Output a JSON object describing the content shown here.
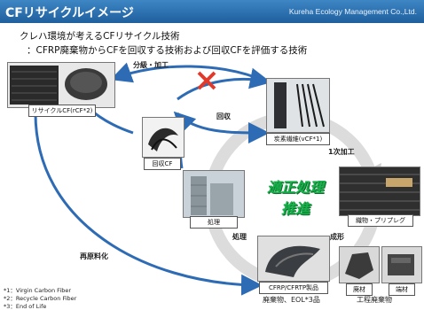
{
  "header": {
    "title": "CFリサイクルイメージ",
    "company": "Kureha Ecology Management Co.,Ltd."
  },
  "subtitle": {
    "line1": "クレハ環境が考えるCFリサイクル技術",
    "line2": "：CFRP廃棄物からCFを回収する技術および回収CFを評価する技術"
  },
  "nodes": {
    "recycled_cf": "リサイクルCF(rCF*2)",
    "recovered_cf": "回収CF",
    "processing": "処理",
    "carbon_fiber": "炭素繊維(vCF*1)",
    "woven_prepreg": "織物・プリプレグ",
    "cfrp_product": "CFRP/CFRTP製品",
    "scrap": "廃材",
    "offcut": "端材"
  },
  "labels": {
    "classify_process": "分級・加工",
    "recovery": "回収",
    "primary_processing": "1次加工",
    "molding": "成形",
    "treatment": "処理",
    "re_raw_material": "再原料化",
    "waste_eol": "廃棄物、EOL*3品",
    "process_waste": "工程廃棄物"
  },
  "center": {
    "line1": "適正処理",
    "line2": "推進"
  },
  "footnotes": [
    "*1：Virgin Carbon Fiber",
    "*2：Recycle Carbon Fiber",
    "*3：End of Life"
  ],
  "colors": {
    "header": "#2a6fb0",
    "arrow_blue": "#2e6bb5",
    "cycle_gray": "#d6d6d6",
    "center_green": "#17b04a",
    "cross_red": "#e23a2a"
  }
}
